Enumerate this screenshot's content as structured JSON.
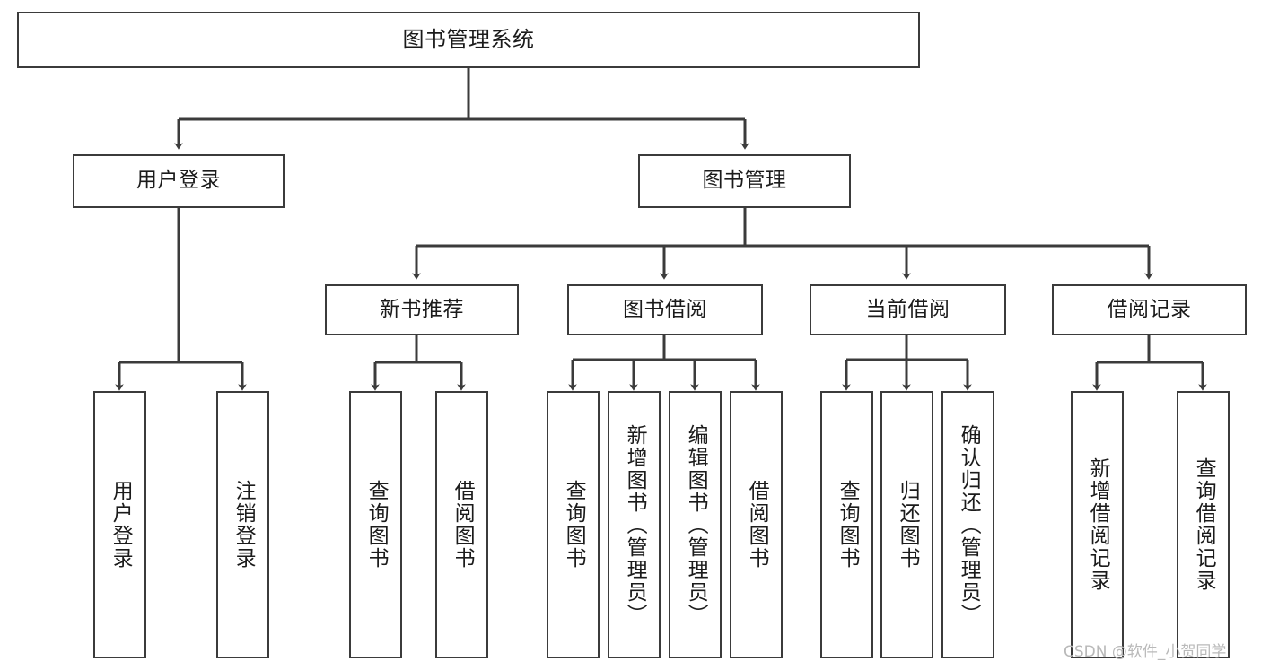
{
  "diagram": {
    "title": "图书管理系统",
    "type": "tree-hierarchy-chart",
    "watermark": "CSDN @软件_小贺同学",
    "colors": {
      "box_stroke": "#3b3b3b",
      "box_fill": "#ffffff",
      "connector": "#3b3b3b",
      "text": "#1b1b1b",
      "watermark": "#b9b9b9",
      "background": "#ffffff"
    },
    "nodes": {
      "root": {
        "label": "图书管理系统"
      },
      "level2": [
        {
          "label": "用户登录"
        },
        {
          "label": "图书管理"
        }
      ],
      "level3": [
        {
          "label": "新书推荐"
        },
        {
          "label": "图书借阅"
        },
        {
          "label": "当前借阅"
        },
        {
          "label": "借阅记录"
        }
      ],
      "leaves": {
        "user_login": [
          {
            "label": "用户登录"
          },
          {
            "label": "注销登录"
          }
        ],
        "new_book_recommend": [
          {
            "label": "查询图书"
          },
          {
            "label": "借阅图书"
          }
        ],
        "book_borrow": [
          {
            "label": "查询图书"
          },
          {
            "label": "新增图书（管理员）"
          },
          {
            "label": "编辑图书（管理员）"
          },
          {
            "label": "借阅图书"
          }
        ],
        "current_borrow": [
          {
            "label": "查询图书"
          },
          {
            "label": "归还图书"
          },
          {
            "label": "确认归还（管理员）"
          }
        ],
        "borrow_records": [
          {
            "label": "新增借阅记录"
          },
          {
            "label": "查询借阅记录"
          }
        ]
      }
    }
  }
}
